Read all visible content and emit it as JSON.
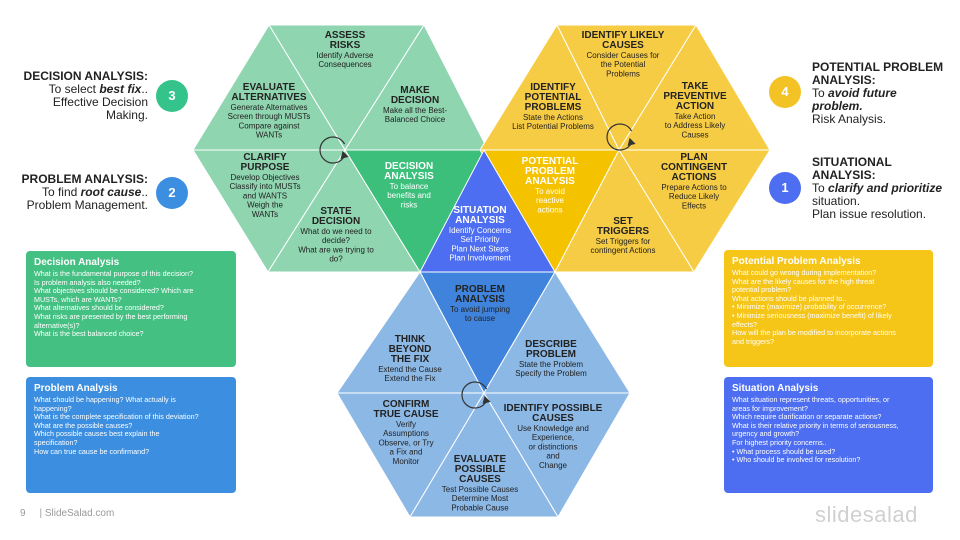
{
  "colors": {
    "green_light": "#8fd5b0",
    "green_dark": "#3dbf7c",
    "yellow_light": "#f7cc45",
    "yellow_dark": "#f5c200",
    "blue_light": "#8cb8e6",
    "blue_dark": "#3f83dd",
    "center": "#4d6ef0",
    "badge_3": "#34c48b",
    "badge_2": "#3b8ee0",
    "badge_4": "#f3c325",
    "badge_1": "#4d6ef0",
    "box_decision": "#45c083",
    "box_problem": "#3b8ee0",
    "box_potential": "#f5c518",
    "box_situation": "#4d6ef0"
  },
  "diagram": {
    "assess": {
      "title": [
        "ASSESS",
        "RISKS"
      ],
      "body": [
        "Identify Adverse",
        "Consequences"
      ]
    },
    "evaluate_alt": {
      "title": [
        "EVALUATE",
        "ALTERNATIVES"
      ],
      "body": [
        "Generate Alternatives",
        "Screen through MUSTs",
        "Compare against",
        "WANTs"
      ]
    },
    "make": {
      "title": [
        "MAKE",
        "DECISION"
      ],
      "body": [
        "Make all the Best-",
        "Balanced Choice"
      ]
    },
    "clarify": {
      "title": [
        "CLARIFY",
        "PURPOSE"
      ],
      "body": [
        "Develop Objectives",
        "Classify into MUSTs",
        "and WANTS",
        "Weigh the",
        "WANTs"
      ]
    },
    "decision_analysis": {
      "title": [
        "DECISION",
        "ANALYSIS"
      ],
      "body": [
        "To balance",
        "benefits and",
        "risks"
      ]
    },
    "state": {
      "title": [
        "STATE",
        "DECISION"
      ],
      "body": [
        "What do we need to",
        "decide?",
        "What are we trying to",
        "do?"
      ]
    },
    "identify_likely": {
      "title": [
        "IDENTIFY LIKELY",
        "CAUSES"
      ],
      "body": [
        "Consider Causes for",
        "the Potential",
        "Problems"
      ]
    },
    "identify_potential": {
      "title": [
        "IDENTIFY",
        "POTENTIAL",
        "PROBLEMS"
      ],
      "body": [
        "State the Actions",
        "List Potential Problems"
      ]
    },
    "take_preventive": {
      "title": [
        "TAKE",
        "PREVENTIVE",
        "ACTION"
      ],
      "body": [
        "Take Action",
        "to Address Likely",
        "Causes"
      ]
    },
    "potential_analysis": {
      "title": [
        "POTENTIAL",
        "PROBLEM",
        "ANALYSIS"
      ],
      "body": [
        "To avoid",
        "reactive",
        "actions"
      ]
    },
    "plan_contingent": {
      "title": [
        "PLAN",
        "CONTINGENT",
        "ACTIONS"
      ],
      "body": [
        "Prepare Actions to",
        "Reduce Likely",
        "Effects"
      ]
    },
    "set_triggers": {
      "title": [
        "SET",
        "TRIGGERS"
      ],
      "body": [
        "Set Triggers  for",
        "contingent  Actions"
      ]
    },
    "situation": {
      "title": [
        "SITUATION",
        "ANALYSIS"
      ],
      "body": [
        "Identify Concerns",
        "Set Priority",
        "Plan Next Steps",
        "Plan Involvement"
      ]
    },
    "problem_analysis": {
      "title": [
        "PROBLEM",
        "ANALYSIS"
      ],
      "body": [
        "To avoid jumping",
        "to cause"
      ]
    },
    "think_beyond": {
      "title": [
        "THINK",
        "BEYOND",
        "THE FIX"
      ],
      "body": [
        "Extend the Cause",
        "Extend the Fix"
      ]
    },
    "describe": {
      "title": [
        "DESCRIBE",
        "PROBLEM"
      ],
      "body": [
        "State the Problem",
        "Specify the Problem"
      ]
    },
    "confirm": {
      "title": [
        "CONFIRM",
        "TRUE CAUSE"
      ],
      "body": [
        "Verify",
        "Assumptions",
        "Observe, or Try",
        "a Fix and",
        "Monitor"
      ]
    },
    "identify_possible": {
      "title": [
        "IDENTIFY POSSIBLE",
        "CAUSES"
      ],
      "body": [
        "Use Knowledge  and",
        "Experience,",
        "or distinctions",
        "and",
        "Change"
      ]
    },
    "evaluate_possible": {
      "title": [
        "EVALUATE",
        "POSSIBLE",
        "CAUSES"
      ],
      "body": [
        "Test Possible Causes",
        "Determine Most",
        "Probable Cause"
      ]
    }
  },
  "left_labels": {
    "decision": {
      "number": "3",
      "title": "DECISION ANALYSIS:",
      "line1_pre": "To select ",
      "line1_em": "best fix",
      "line1_post": "..",
      "line2": "Effective Decision",
      "line3": "Making."
    },
    "problem": {
      "number": "2",
      "title": "PROBLEM ANALYSIS:",
      "line1_pre": "To find ",
      "line1_em": "root cause",
      "line1_post": "..",
      "line2": "Problem Management."
    }
  },
  "right_labels": {
    "potential": {
      "number": "4",
      "title_line1": "POTENTIAL PROBLEM",
      "title_line2": "ANALYSIS:",
      "line1_pre": "To ",
      "line1_em": "avoid future",
      "line2_em": "problem.",
      "line3": "Risk Analysis."
    },
    "situational": {
      "number": "1",
      "title_line1": "SITUATIONAL",
      "title_line2": "ANALYSIS:",
      "line1_pre": "To ",
      "line1_em": "clarify and prioritize",
      "line2": "situation.",
      "line3": "Plan issue resolution."
    }
  },
  "boxes": {
    "decision": {
      "title": "Decision Analysis",
      "lines": [
        "What is the fundamental purpose of this decision?",
        "Is problem analysis also needed?",
        "What objectives should be considered? Which are",
        "MUSTs, which are WANTs?",
        "What alternatives should be considered?",
        "What risks are presented by the best performing",
        "alternative(s)?",
        "What is the best balanced choice?"
      ]
    },
    "problem": {
      "title": "Problem Analysis",
      "lines": [
        "What should be happening? What actually is",
        "happening?",
        "What is the complete specification of this deviation?",
        "What are the possible causes?",
        "Which possible causes best explain the",
        "specification?",
        "How can true cause be confirmand?"
      ]
    },
    "potential": {
      "title": "Potential Problem Analysis",
      "lines": [
        "What could go wrong during implementation?",
        "What are the likely causes for the high threat",
        "potential problem?",
        "What actions should be planned to..",
        "•  Minimize (maximize) probability of occurrence?",
        "•  Minimize seriousness (maximize benefit) of likely",
        "    effects?",
        "How will the plan be modified to incorporate actions",
        "and triggers?"
      ]
    },
    "situation": {
      "title": "Situation Analysis",
      "lines": [
        "What situation represent threats, opportunities, or",
        "areas for improvement?",
        "Which require clarification or separate actions?",
        "What is their relative priority in terms of seriousness,",
        "urgency and growth?",
        "For highest priority concerns..",
        "•  What process should be used?",
        "•  Who should be involved for resolution?"
      ]
    }
  },
  "footer": {
    "page": "9",
    "site": "| SlideSalad.com"
  },
  "logo": "slidesalad"
}
